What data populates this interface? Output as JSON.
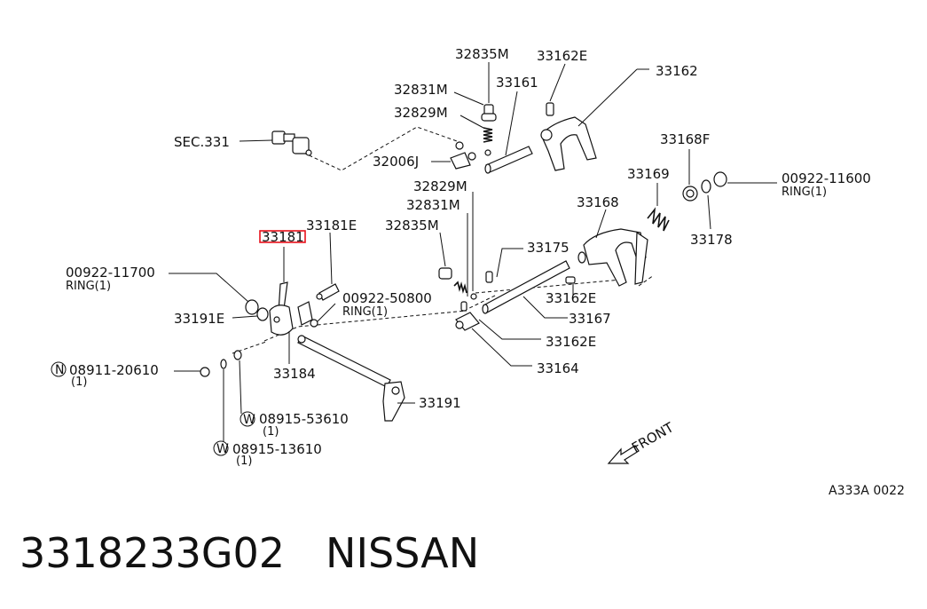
{
  "labels": {
    "sec_331": "SEC.331",
    "p32835m_top": "32835M",
    "p33162e_top": "33162E",
    "p33162": "33162",
    "p32831m_top": "32831M",
    "p33161": "33161",
    "p32829m_top": "32829M",
    "p32006j": "32006J",
    "p33168f": "33168F",
    "p33169": "33169",
    "p00922_11600": "00922-11600",
    "ring_11600": "RING(1)",
    "p32829m_mid": "32829M",
    "p33168": "33168",
    "p32831m_mid": "32831M",
    "p33178": "33178",
    "p33181e": "33181E",
    "p32835m_mid": "32835M",
    "p33175": "33175",
    "p33181_hl": "33181",
    "p00922_11700": "00922-11700",
    "ring_11700": "RING(1)",
    "p00922_50800": "00922-50800",
    "ring_50800": "RING(1)",
    "p33162e_mid": "33162E",
    "p33191e": "33191E",
    "p33167": "33167",
    "p33162e_low": "33162E",
    "n_08911_20610": "08911-20610",
    "qty_20610": "(1)",
    "p33164": "33164",
    "p33184": "33184",
    "p33191": "33191",
    "w_08915_53610": "08915-53610",
    "qty_53610": "(1)",
    "w_08915_13610": "08915-13610",
    "qty_13610": "(1)",
    "front": "FRONT",
    "diagram_code": "A333A 0022",
    "prefix_n": "N",
    "prefix_w1": "W",
    "prefix_w2": "W"
  },
  "footer": {
    "part_number": "3318233G02",
    "brand": "NISSAN"
  },
  "colors": {
    "highlight": "#e8101a",
    "ink": "#111111"
  }
}
